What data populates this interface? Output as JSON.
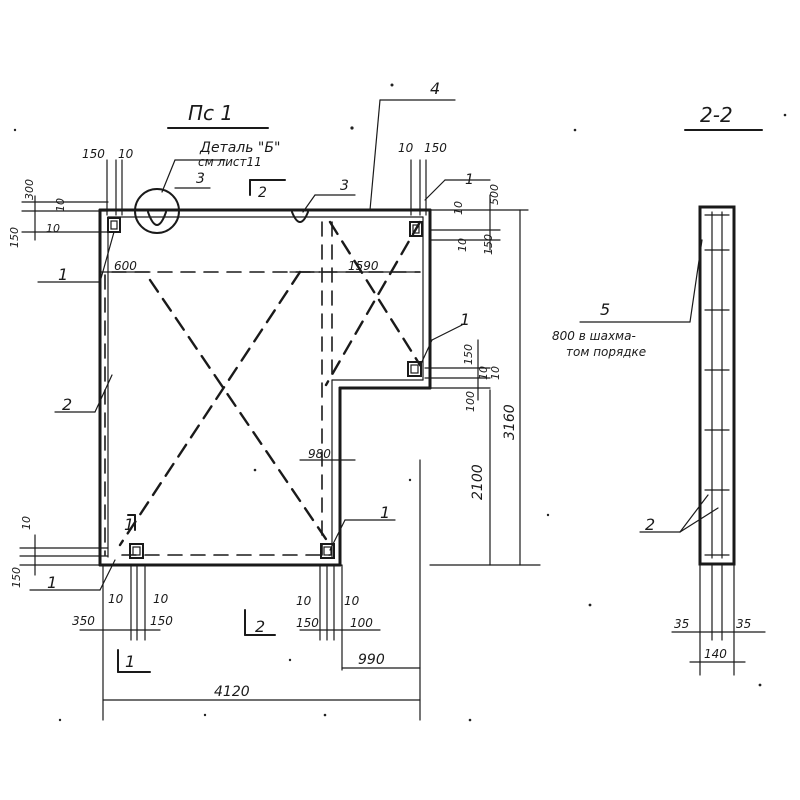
{
  "title": "Пс 1",
  "section_title": "2-2",
  "detail_label": "Деталь \"Б\"",
  "detail_ref": "см лист11",
  "callouts": {
    "one": "1",
    "two": "2",
    "three": "3",
    "four": "4",
    "five": "5"
  },
  "note_line1": "800 в шахма-",
  "note_line2": "том порядке",
  "section_mark": "2",
  "dims": {
    "top_left_150": "150",
    "top_left_10": "10",
    "top_right_10": "10",
    "top_right_150": "150",
    "left_300": "300",
    "left_150": "150",
    "left_10a": "10",
    "left_10b": "10",
    "right_500": "500",
    "right_10a": "10",
    "right_10b": "10",
    "right_150": "150",
    "w_600": "600",
    "w_1590": "1590",
    "mid_150": "150",
    "mid_10a": "10",
    "mid_10b": "10",
    "mid_100": "100",
    "d_980": "980",
    "h_2100": "2100",
    "h_3160": "3160",
    "bl_10": "10",
    "bl_150": "150",
    "b_10a": "10",
    "b_10b": "10",
    "b_350": "350",
    "b_150": "150",
    "b_10c": "10",
    "b_10d": "10",
    "b_150b": "150",
    "b_100": "100",
    "w_990": "990",
    "w_4120": "4120",
    "s_35a": "35",
    "s_35b": "35",
    "s_140": "140"
  }
}
